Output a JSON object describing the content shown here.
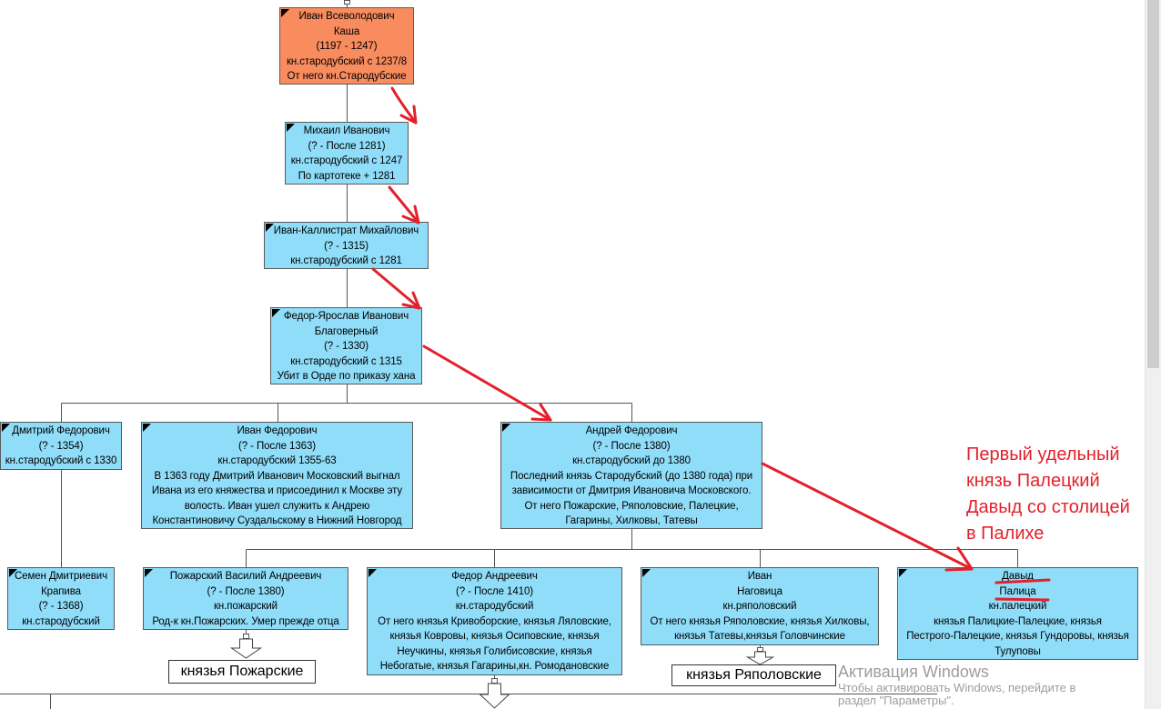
{
  "colors": {
    "root_node": "#F98C5E",
    "person_node": "#8FDDF9",
    "annotation": "#E3202B",
    "connector": "#555555"
  },
  "nodes": [
    {
      "name": "Иван Всеволодович",
      "nickname": "Каша",
      "dates": "(1197 - 1247)",
      "title": "кн.стародубский с 1237/8",
      "notes": [
        "От него кн.Стародубские"
      ]
    },
    {
      "name": "Михаил Иванович",
      "dates": "(? - После 1281)",
      "title": "кн.стародубский с 1247",
      "notes": [
        "По картотеке + 1281"
      ]
    },
    {
      "name": "Иван-Каллистрат Михайлович",
      "dates": "(? - 1315)",
      "title": "кн.стародубский с 1281"
    },
    {
      "name": "Федор-Ярослав Иванович",
      "nickname": "Благоверный",
      "dates": "(? - 1330)",
      "title": "кн.стародубский с 1315",
      "notes": [
        "Убит в Орде по приказу хана"
      ]
    },
    {
      "name": "Дмитрий Федорович",
      "dates": "(? - 1354)",
      "title": "кн.стародубский с 1330"
    },
    {
      "name": "Иван Федорович",
      "dates": "(? - После 1363)",
      "title": "кн.стародубский 1355-63",
      "notes": [
        "В 1363 году Дмитрий Иванович Московский выгнал",
        "Ивана из его княжества и присоединил к Москве эту",
        "волость. Иван ушел служить к Андрею",
        "Константиновичу Суздальскому в Нижний Новгород"
      ]
    },
    {
      "name": "Андрей Федорович",
      "dates": "(? - После 1380)",
      "title": "кн.стародубский до 1380",
      "notes": [
        "Последний князь Стародубский (до 1380 года) при",
        "зависимости от Дмитрия Ивановича Московского.",
        "От него Пожарские, Ряполовские, Палецкие,",
        "Гагарины, Хилковы, Татевы"
      ]
    },
    {
      "name": "Семен Дмитриевич",
      "nickname": "Крапива",
      "dates": "(? - 1368)",
      "title": "кн.стародубский"
    },
    {
      "name": "Пожарский Василий Андреевич",
      "dates": "(? - После 1380)",
      "title": "кн.пожарский",
      "notes": [
        "Род-к кн.Пожарских. Умер прежде отца"
      ]
    },
    {
      "name": "Федор Андреевич",
      "dates": "(? - После 1410)",
      "title": "кн.стародубский",
      "notes": [
        "От него князья Кривоборские, князья Ляловские,",
        "князья Ковровы, князья Осиповские, князья",
        "Неучкины, князья Голибисовские, князья",
        "Небогатые, князья Гагарины,кн. Ромодановские"
      ]
    },
    {
      "name": "Иван",
      "nickname": "Наговица",
      "title": "кн.ряполовский",
      "notes": [
        "От него князья Ряполовские, князья Хилковы,",
        "князья Татевы,князья Головчинские"
      ]
    },
    {
      "name": "Давыд",
      "nickname": "Палица",
      "title": "кн.палецкий",
      "notes": [
        "князья Палицкие-Палецкие, князья",
        "Пестрого-Палецкие, князья Гундоровы, князья",
        "Тулуповы"
      ]
    }
  ],
  "branch_labels": [
    "князья Пожарские",
    "князья Ряполовские"
  ],
  "annotation": {
    "lines": [
      "Первый удельный",
      "князь Палецкий",
      "Давыд со столицей",
      "в Палихе"
    ]
  },
  "os_watermark": {
    "title": "Активация Windows",
    "lines": [
      "Чтобы активировать Windows, перейдите в",
      "раздел \"Параметры\"."
    ]
  }
}
